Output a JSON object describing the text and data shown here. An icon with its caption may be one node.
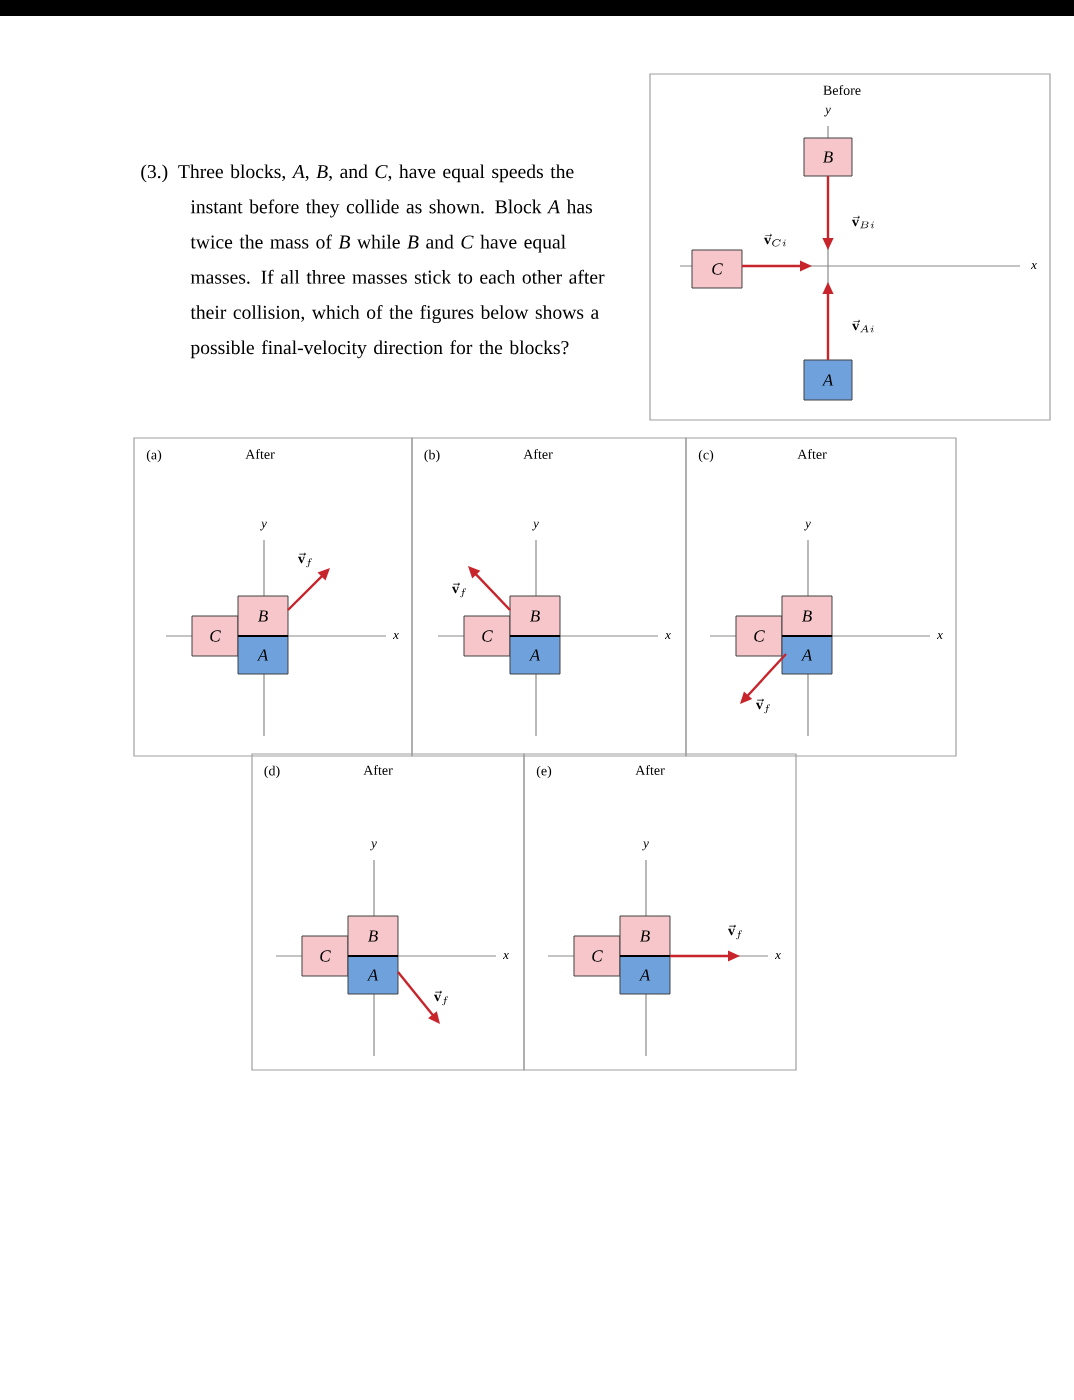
{
  "diagram": {
    "nodes": [
      {
        "text": [
          "Before"
        ]
      },
      {
        "text": [
          "B"
        ],
        "in": 0
      },
      {
        "text": [
          "C"
        ],
        "in": 0
      },
      {
        "text": [
          "A"
        ],
        "in": 0
      },
      {
        "text": [
          "(a)",
          "After"
        ]
      },
      {
        "text": [
          "C"
        ],
        "in": 4
      },
      {
        "text": [
          "B"
        ],
        "in": 4
      },
      {
        "text": [
          "A"
        ],
        "in": 4
      },
      {
        "text": [
          "(b)",
          "After"
        ]
      },
      {
        "text": [
          "C"
        ],
        "in": 8
      },
      {
        "text": [
          "B"
        ],
        "in": 8
      },
      {
        "text": [
          "A"
        ],
        "in": 8
      },
      {
        "text": [
          "(c)",
          "After"
        ]
      },
      {
        "text": [
          "C"
        ],
        "in": 12
      },
      {
        "text": [
          "B"
        ],
        "in": 12
      },
      {
        "text": [
          "A"
        ],
        "in": 12
      },
      {
        "text": [
          "(d)",
          "After"
        ]
      },
      {
        "text": [
          "C"
        ],
        "in": 16
      },
      {
        "text": [
          "B"
        ],
        "in": 16
      },
      {
        "text": [
          "A"
        ],
        "in": 16
      },
      {
        "text": [
          "(e)",
          "After"
        ]
      },
      {
        "text": [
          "C"
        ],
        "in": 20
      },
      {
        "text": [
          "B"
        ],
        "in": 20
      },
      {
        "text": [
          "A"
        ],
        "in": 20
      }
    ],
    "edges": [
      {
        "from": 1,
        "to": null,
        "arrow": "to",
        "label": "\\vec{\\mathbf{v}}_{Bi}"
      },
      {
        "from": 2,
        "to": null,
        "arrow": "to",
        "label": "\\vec{\\mathbf{v}}_{Ci}"
      },
      {
        "from": 3,
        "to": null,
        "arrow": "to",
        "label": "\\vec{\\mathbf{v}}_{Ai}"
      },
      {
        "from": 6,
        "to": null,
        "arrow": "to",
        "label": "\\vec{\\mathbf{v}}_{f}"
      },
      {
        "from": 10,
        "to": null,
        "arrow": "to",
        "label": "\\vec{\\mathbf{v}}_{f}"
      },
      {
        "from": 15,
        "to": null,
        "arrow": "to",
        "label": "\\vec{\\mathbf{v}}_{f}"
      },
      {
        "from": 19,
        "to": null,
        "arrow": "to",
        "label": "\\vec{\\mathbf{v}}_{f}"
      },
      {
        "from": 22,
        "to": null,
        "arrow": "to",
        "label": "\\vec{\\mathbf{v}}_{f}"
      }
    ],
    "labels": [
      "(3.) Three blocks, *A*, *B*, and *C*, have equal speeds the instant before they collide as shown. Block *A* has twice the mass of *B* while *B* and *C* have equal masses. If all three masses stick to each other after their collision, which of the figures below shows a possible final-velocity direction for the blocks?",
      "y",
      "x",
      "y",
      "x",
      "y",
      "x",
      "y",
      "x",
      "y",
      "x",
      "y",
      "x"
    ]
  }
}
